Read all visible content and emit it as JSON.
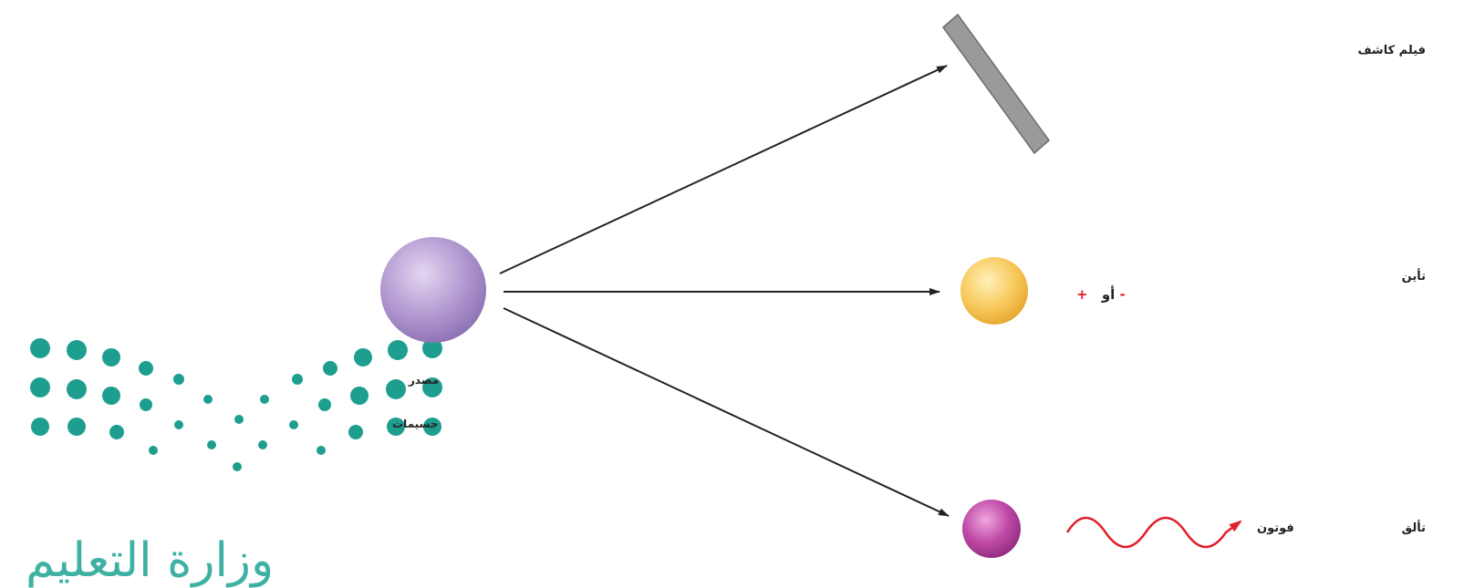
{
  "labels": {
    "film": "فيلم كاشف",
    "ionization": "تأين",
    "or_word": "أو",
    "plus": "+",
    "minus": "-",
    "scintillation": "تألق",
    "photon": "فوتون",
    "source_line1": "مصدر",
    "source_line2": "جسيمات"
  },
  "watermark": {
    "text": "وزارة التعليم"
  },
  "colors": {
    "source": "#a98fc9",
    "ion": "#f5c24a",
    "scint": "#b5449b",
    "photon_wave": "#e0202a",
    "film": "#9a9a9a",
    "arrow": "#222222",
    "logo_dots": "#12998a"
  }
}
